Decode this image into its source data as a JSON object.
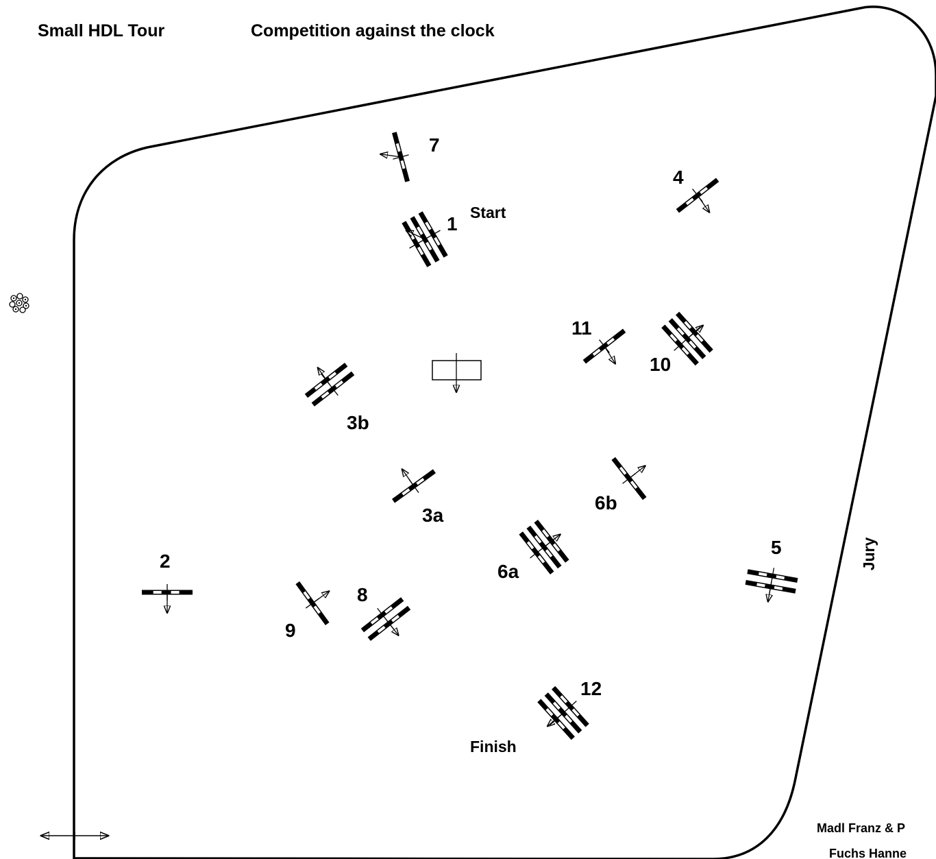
{
  "header": {
    "class_name": "Small HDL Tour",
    "competition_type": "Competition against the clock"
  },
  "labels": {
    "start": "Start",
    "finish": "Finish",
    "jury": "Jury"
  },
  "obstacles": [
    {
      "id": "o1",
      "number": "1",
      "kind": "triple"
    },
    {
      "id": "o2",
      "number": "2",
      "kind": "vertical"
    },
    {
      "id": "o3a",
      "number": "3a",
      "kind": "vertical"
    },
    {
      "id": "o3b",
      "number": "3b",
      "kind": "oxer"
    },
    {
      "id": "o4",
      "number": "4",
      "kind": "vertical"
    },
    {
      "id": "o5",
      "number": "5",
      "kind": "oxer"
    },
    {
      "id": "o6a",
      "number": "6a",
      "kind": "triple"
    },
    {
      "id": "o6b",
      "number": "6b",
      "kind": "vertical"
    },
    {
      "id": "o7",
      "number": "7",
      "kind": "vertical"
    },
    {
      "id": "o8",
      "number": "8",
      "kind": "oxer"
    },
    {
      "id": "o9",
      "number": "9",
      "kind": "vertical"
    },
    {
      "id": "o10",
      "number": "10",
      "kind": "triple"
    },
    {
      "id": "o11",
      "number": "11",
      "kind": "vertical"
    },
    {
      "id": "o12",
      "number": "12",
      "kind": "triple"
    }
  ],
  "credits": {
    "line1": "Madl Franz & P",
    "line2": "Fuchs Hanne"
  },
  "icons": {
    "flowers": "flower-bush-icon",
    "scale": "double-arrow-icon",
    "water": "water-jump-icon"
  }
}
